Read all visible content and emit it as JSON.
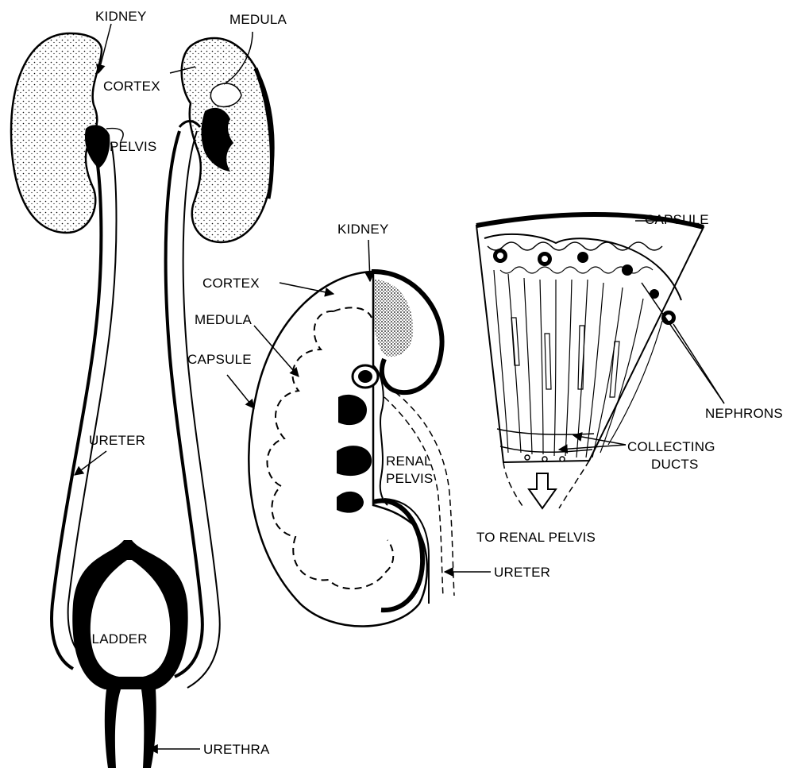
{
  "labels": {
    "kidney_top": "KIDNEY",
    "medula_top": "MEDULA",
    "cortex_top": "CORTEX",
    "pelvis": "PELVIS",
    "ureter_left": "URETER",
    "bladder": "BLADDER",
    "urethra": "URETHRA",
    "kidney_section": "KIDNEY",
    "cortex_section": "CORTEX",
    "medula_section": "MEDULA",
    "capsule_section": "CAPSULE",
    "renal": "RENAL",
    "pelvis_section": "PELVIS",
    "ureter_section": "URETER",
    "capsule_wedge": "CAPSULE",
    "nephrons": "NEPHRONS",
    "collecting": "COLLECTING",
    "ducts": "DUCTS",
    "to_renal_pelvis": "TO RENAL PELVIS"
  },
  "colors": {
    "ink": "#000000",
    "paper": "#ffffff"
  }
}
